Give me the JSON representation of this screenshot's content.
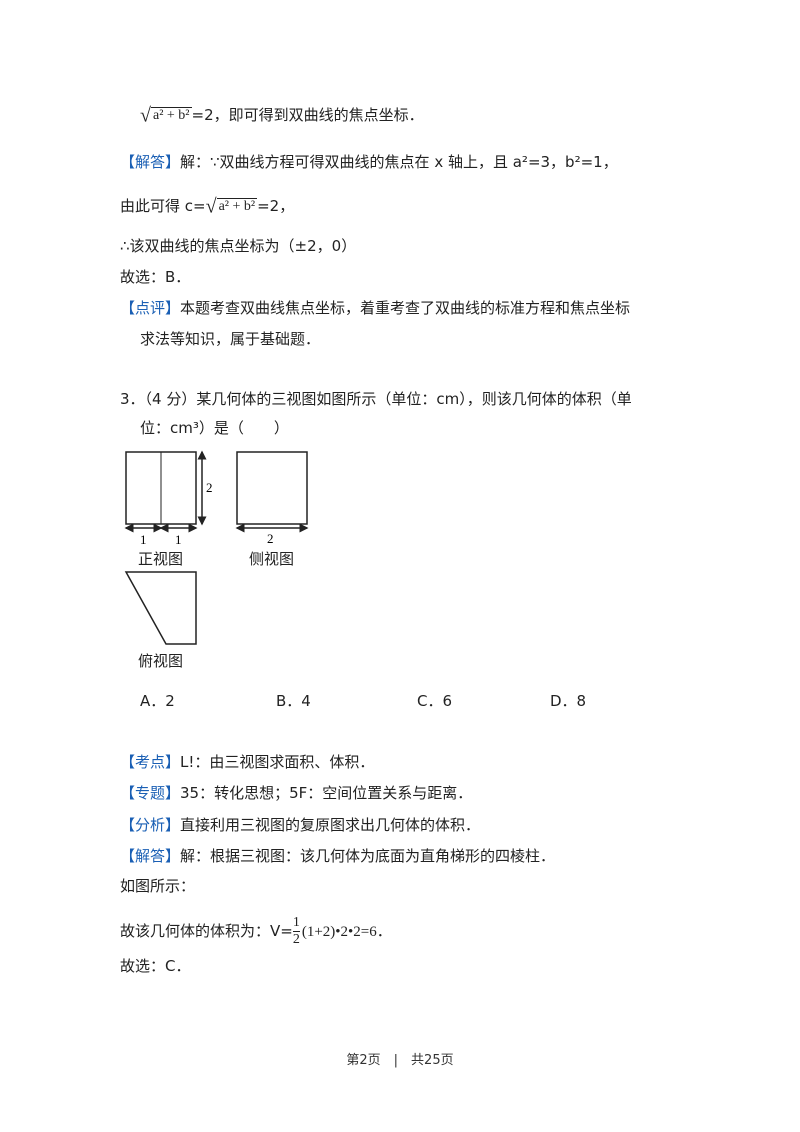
{
  "lines": {
    "l1_after": "=2，即可得到双曲线的焦点坐标．",
    "l2_tag": "【解答】",
    "l2_text": "解：∵双曲线方程可得双曲线的焦点在 x 轴上，且 a²=3，b²=1，",
    "l3_pre": "由此可得 c=",
    "l3_post": "=2，",
    "l4": "∴该双曲线的焦点坐标为（±2，0）",
    "l5": "故选：B．",
    "l6_tag": "【点评】",
    "l6_text": "本题考查双曲线焦点坐标，着重考查了双曲线的标准方程和焦点坐标",
    "l7": "求法等知识，属于基础题．",
    "q3_line1": "3．（4 分）某几何体的三视图如图所示（单位：cm），则该几何体的体积（单",
    "q3_line2": "位：cm³）是（　　）",
    "kd_tag": "【考点】",
    "kd_text": "L!：由三视图求面积、体积．",
    "zt_tag": "【专题】",
    "zt_text": "35：转化思想；5F：空间位置关系与距离．",
    "fx_tag": "【分析】",
    "fx_text": "直接利用三视图的复原图求出几何体的体积．",
    "jd_tag": "【解答】",
    "jd_text": "解：根据三视图：该几何体为底面为直角梯形的四棱柱．",
    "rt": "如图所示：",
    "vol_pre": "故该几何体的体积为：V=",
    "vol_post": "(1+2)•2•2=6",
    "vol_end": "．",
    "last": "故选：C．"
  },
  "math": {
    "sqrt_expr": "a² + b²",
    "frac_num": "1",
    "frac_den": "2"
  },
  "figure": {
    "front_caption": "正视图",
    "side_caption": "侧视图",
    "top_caption": "俯视图",
    "dim_front_w1": "1",
    "dim_front_w2": "1",
    "dim_front_h": "2",
    "dim_side_w": "2"
  },
  "options": [
    "A．2",
    "B．4",
    "C．6",
    "D．8"
  ],
  "footer": "第2页　|　共25页"
}
